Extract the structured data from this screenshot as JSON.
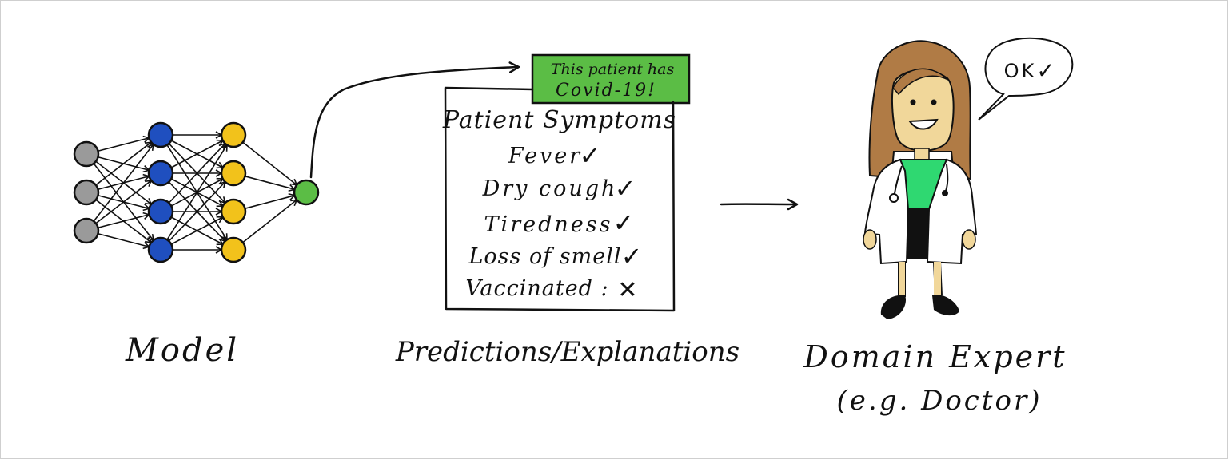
{
  "labels": {
    "model": "Model",
    "predictions": "Predictions/Explanations",
    "expert_line1": "Domain Expert",
    "expert_line2": "(e.g. Doctor)"
  },
  "prediction_banner": {
    "line1": "This patient has",
    "line2": "Covid-19!",
    "color": "#5bbd45"
  },
  "symptoms_card": {
    "title": "Patient Symptoms",
    "items": [
      {
        "label": "Fever",
        "mark": "✓"
      },
      {
        "label": "Dry cough",
        "mark": "✓"
      },
      {
        "label": "Tiredness",
        "mark": "✓"
      },
      {
        "label": "Loss of smell",
        "mark": "✓"
      },
      {
        "label": "Vaccinated :",
        "mark": "✕"
      }
    ],
    "check_color": "#5bbd45",
    "cross_color": "#e53935"
  },
  "speech_bubble": {
    "text": "OK",
    "mark": "✓"
  },
  "network": {
    "layers": [
      3,
      4,
      4,
      1
    ],
    "colors": [
      "#9a9a9a",
      "#1f4fbf",
      "#f2c21b",
      "#5bbd45"
    ]
  }
}
